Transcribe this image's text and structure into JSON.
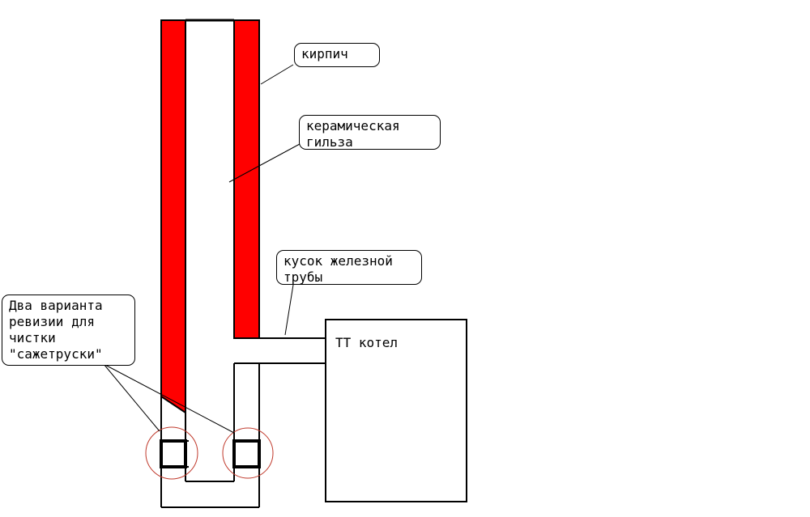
{
  "colors": {
    "brick": "#ff0000",
    "outline": "#000000",
    "circle": "#c0392b",
    "background": "#ffffff"
  },
  "labels": {
    "brick": "кирпич",
    "liner": "керамическая\nгильза",
    "pipe": "кусок железной\nтрубы",
    "cleanout": "Два варианта\nревизии для\nчистки\n\"сажетруски\"",
    "boiler": "ТТ котел"
  }
}
